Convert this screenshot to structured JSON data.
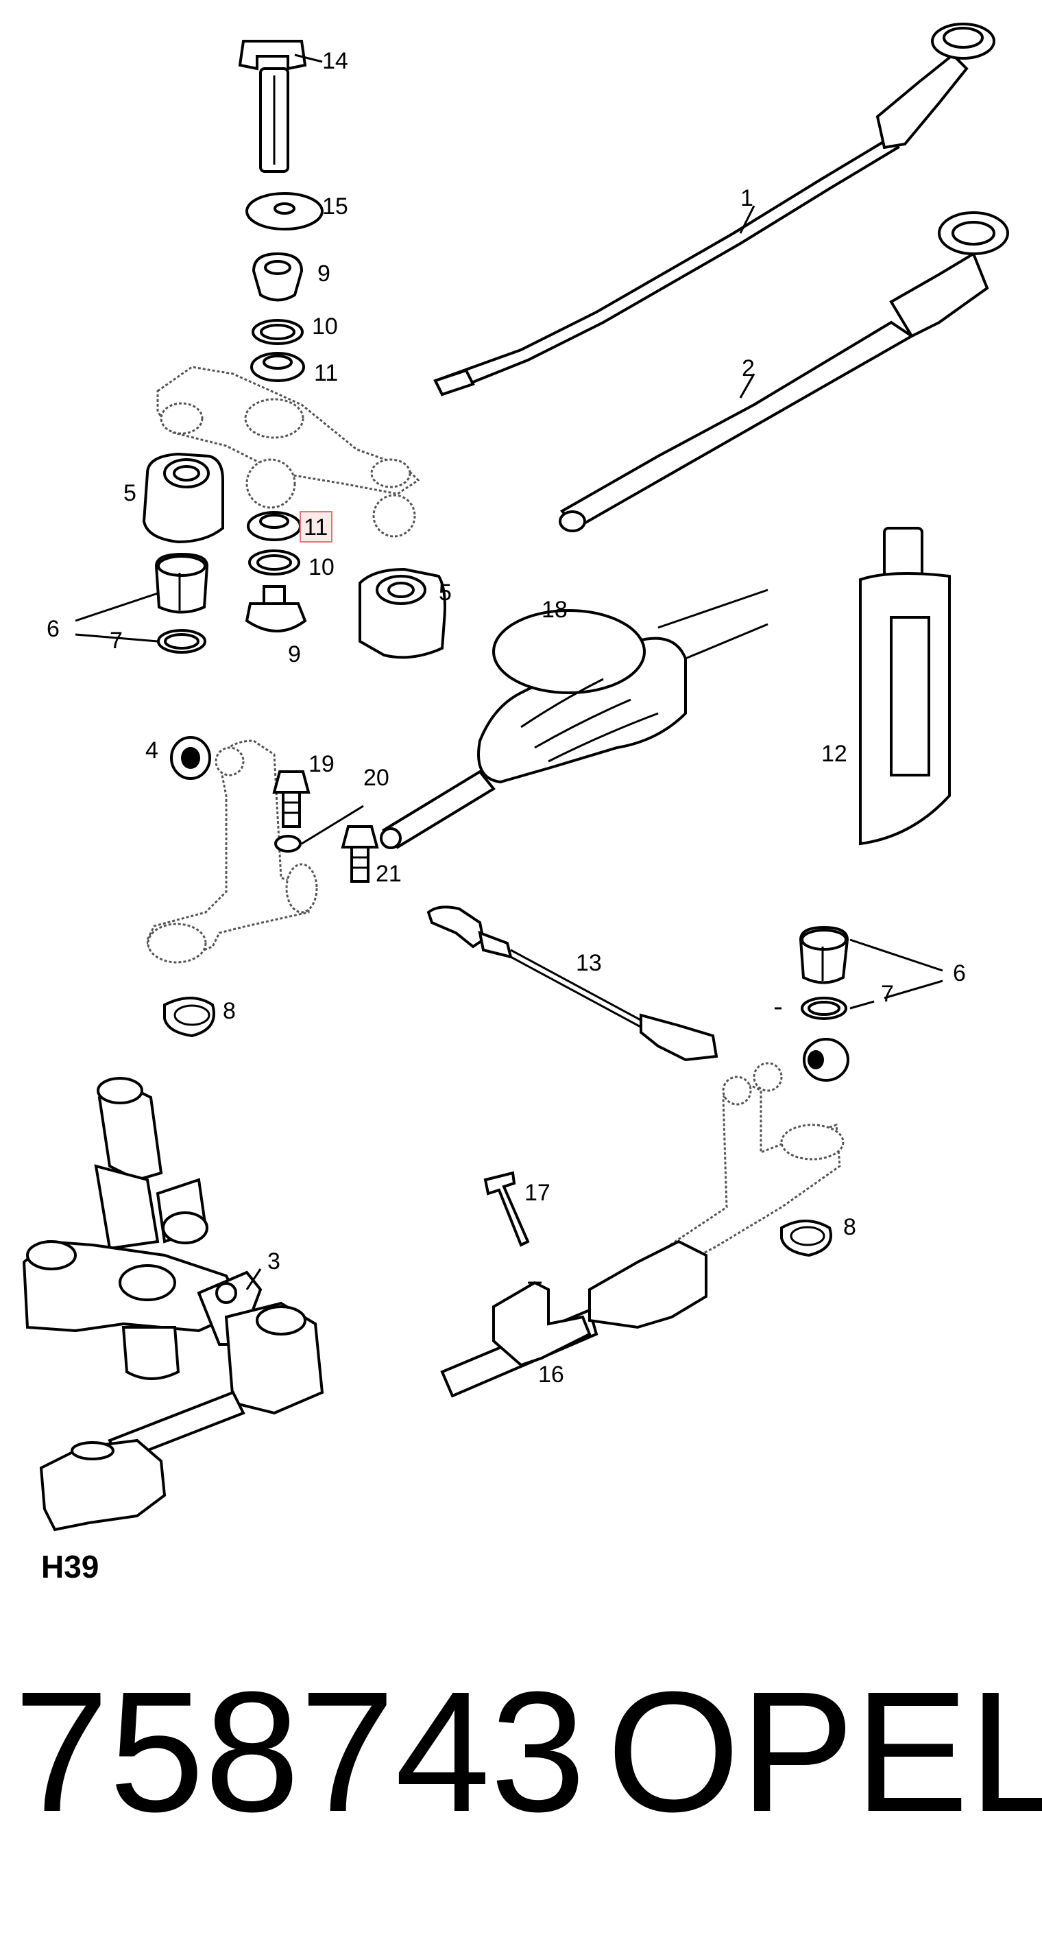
{
  "diagram": {
    "part_labels": [
      "14",
      "15",
      "9",
      "10",
      "11",
      "1",
      "2",
      "5",
      "11",
      "10",
      "5",
      "6",
      "7",
      "9",
      "18",
      "12",
      "4",
      "19",
      "20",
      "21",
      "13",
      "6",
      "7",
      "8",
      "8",
      "17",
      "3",
      "16"
    ],
    "highlight_color": "#e07878",
    "variant_code": "H39",
    "part_number": "758743",
    "brand": "OPEL"
  }
}
